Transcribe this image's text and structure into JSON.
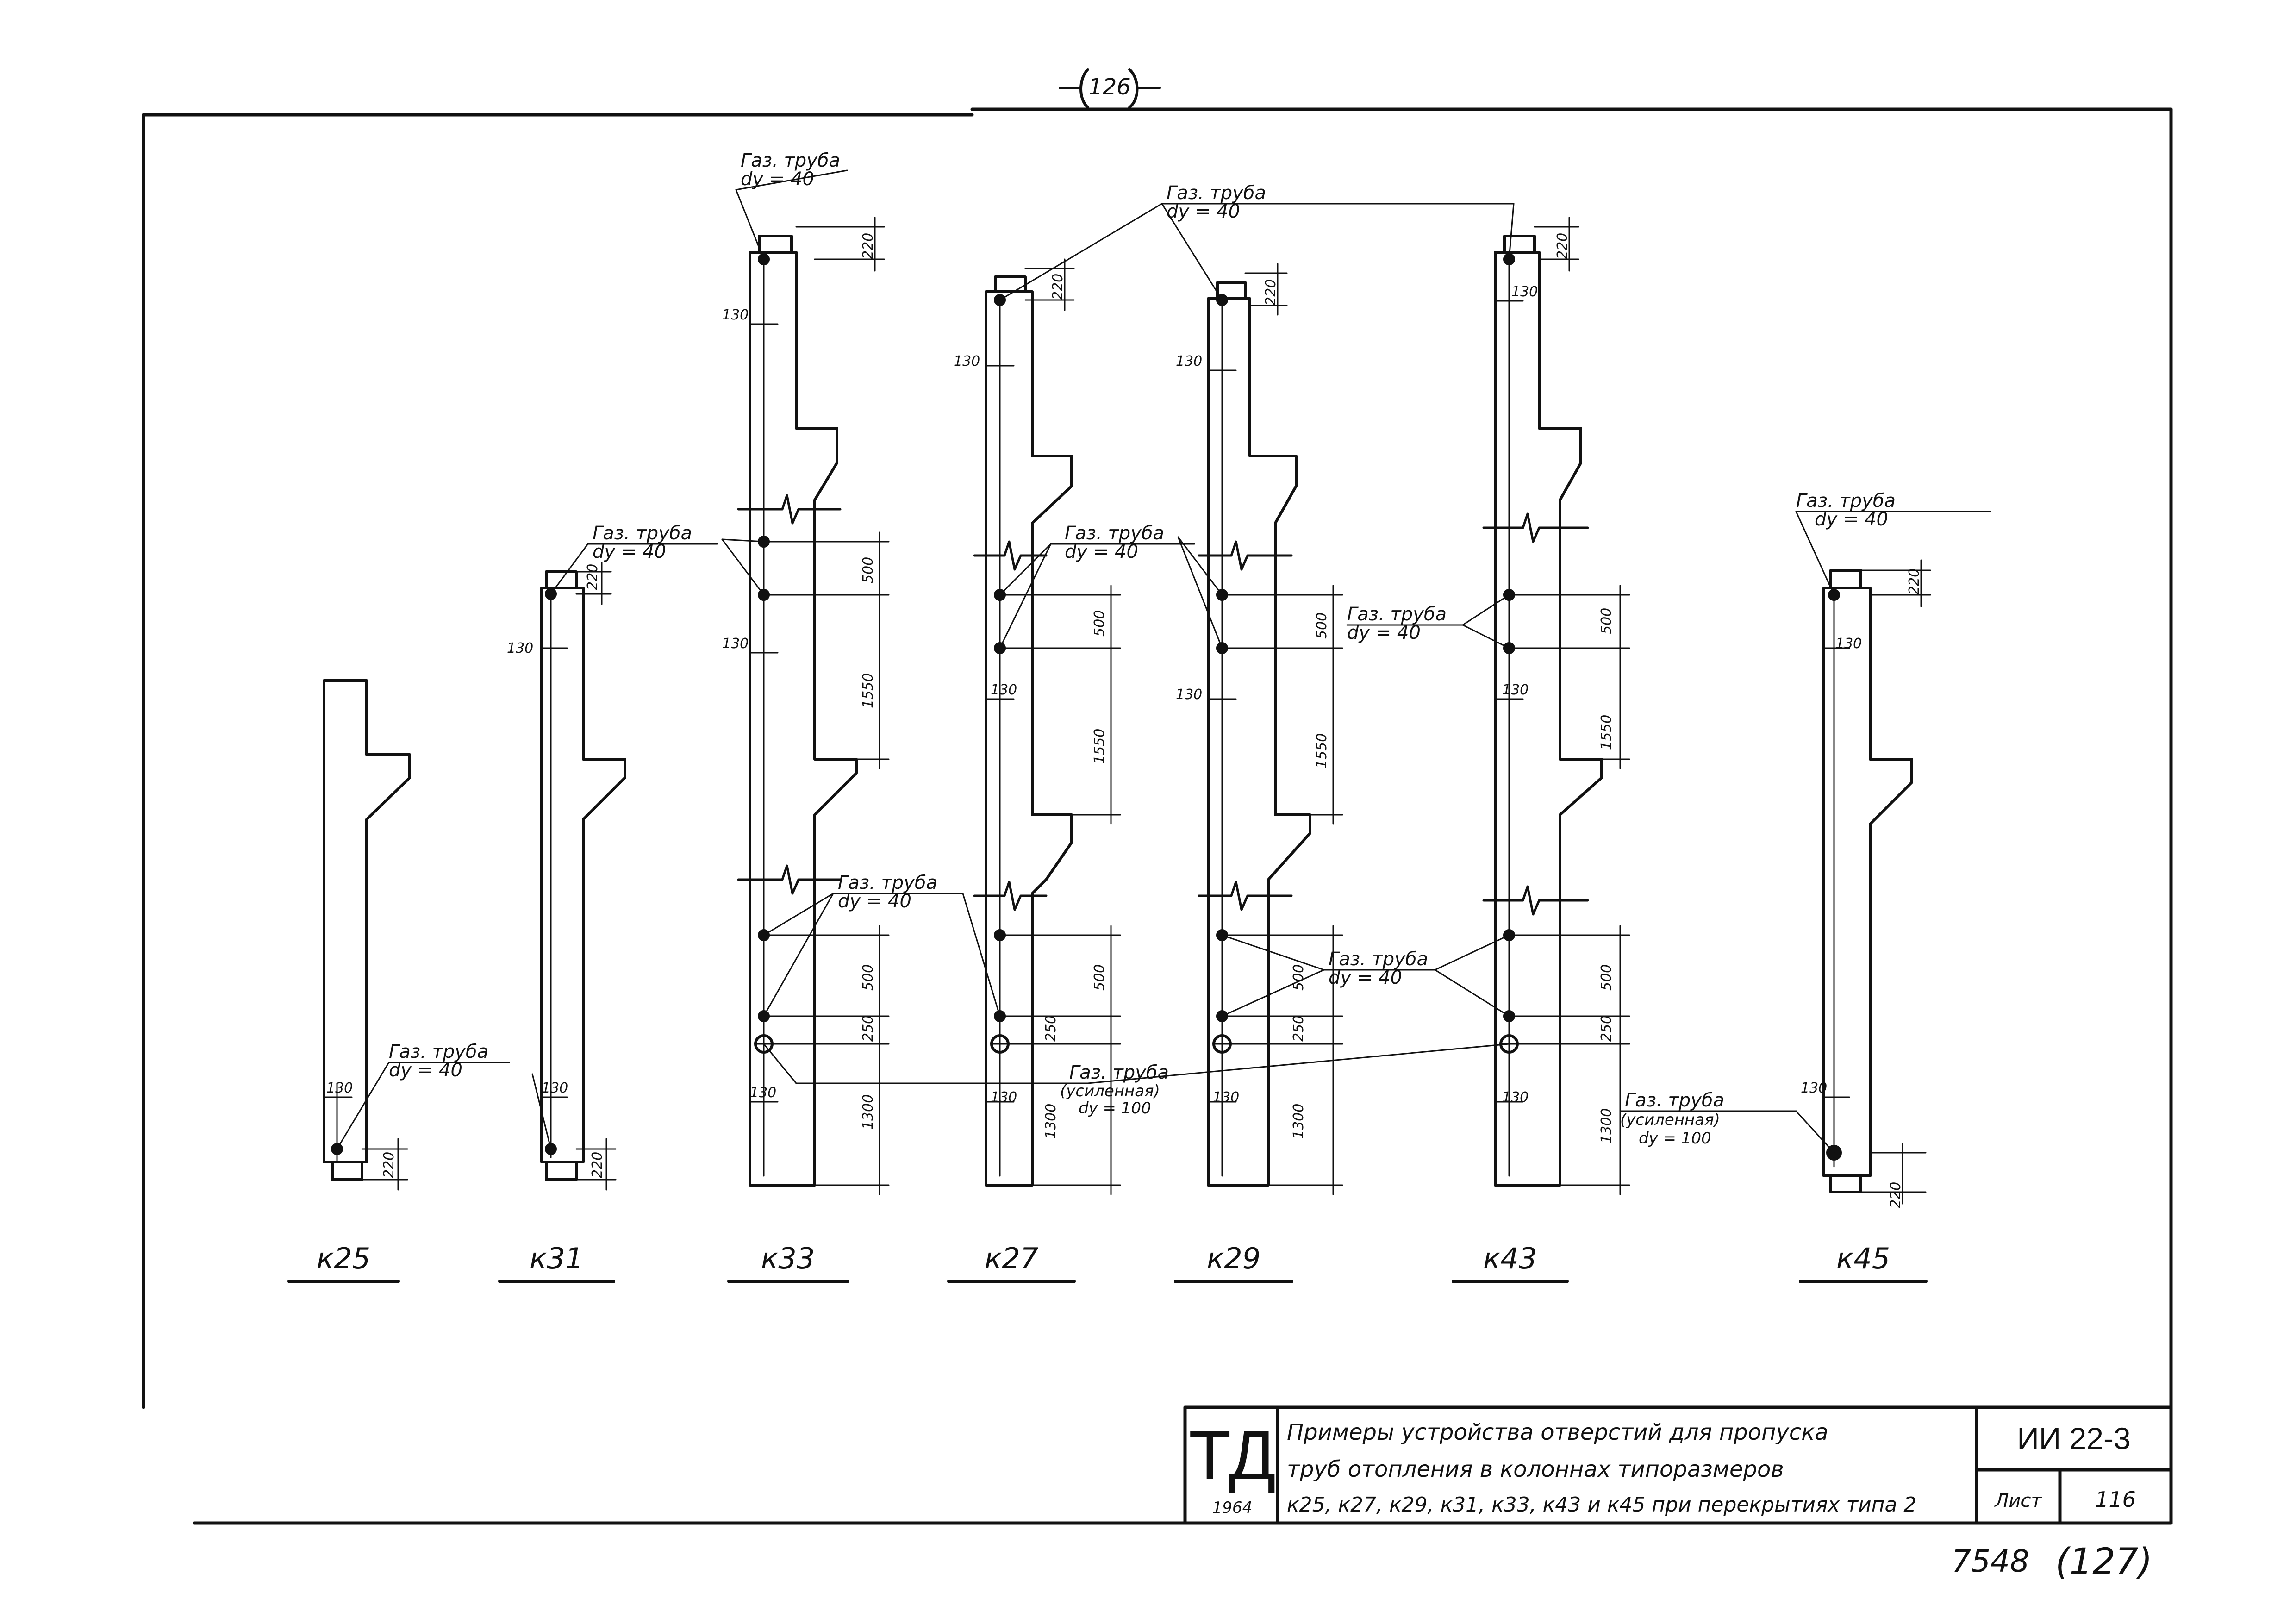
{
  "page_number_top": "126",
  "columns": [
    {
      "name": "к25"
    },
    {
      "name": "к31"
    },
    {
      "name": "к33"
    },
    {
      "name": "к27"
    },
    {
      "name": "к29"
    },
    {
      "name": "к43"
    },
    {
      "name": "к45"
    }
  ],
  "labels": {
    "pipe": "Газ. труба",
    "pipe_dy40": "dy = 40",
    "pipe_reinforced": "(усиленная)",
    "pipe_dy100": "dy = 100"
  },
  "dimensions": {
    "d220": "220",
    "d130": "130",
    "d500": "500",
    "d1550": "1550",
    "d250": "250",
    "d1300": "1300"
  },
  "title_block": {
    "logo": "ТД",
    "year": "1964",
    "title_line1": "Примеры устройства отверстий для пропуска",
    "title_line2": "труб отопления в колоннах типоразмеров",
    "title_line3": "к25, к27, к29, к31, к33, к43 и к45 при перекрытиях типа 2",
    "code": "ИИ 22-3",
    "sheet_label": "Лист",
    "sheet_number": "116"
  },
  "bottom_marks": {
    "archive_number": "7548",
    "page_ref": "(127)"
  }
}
